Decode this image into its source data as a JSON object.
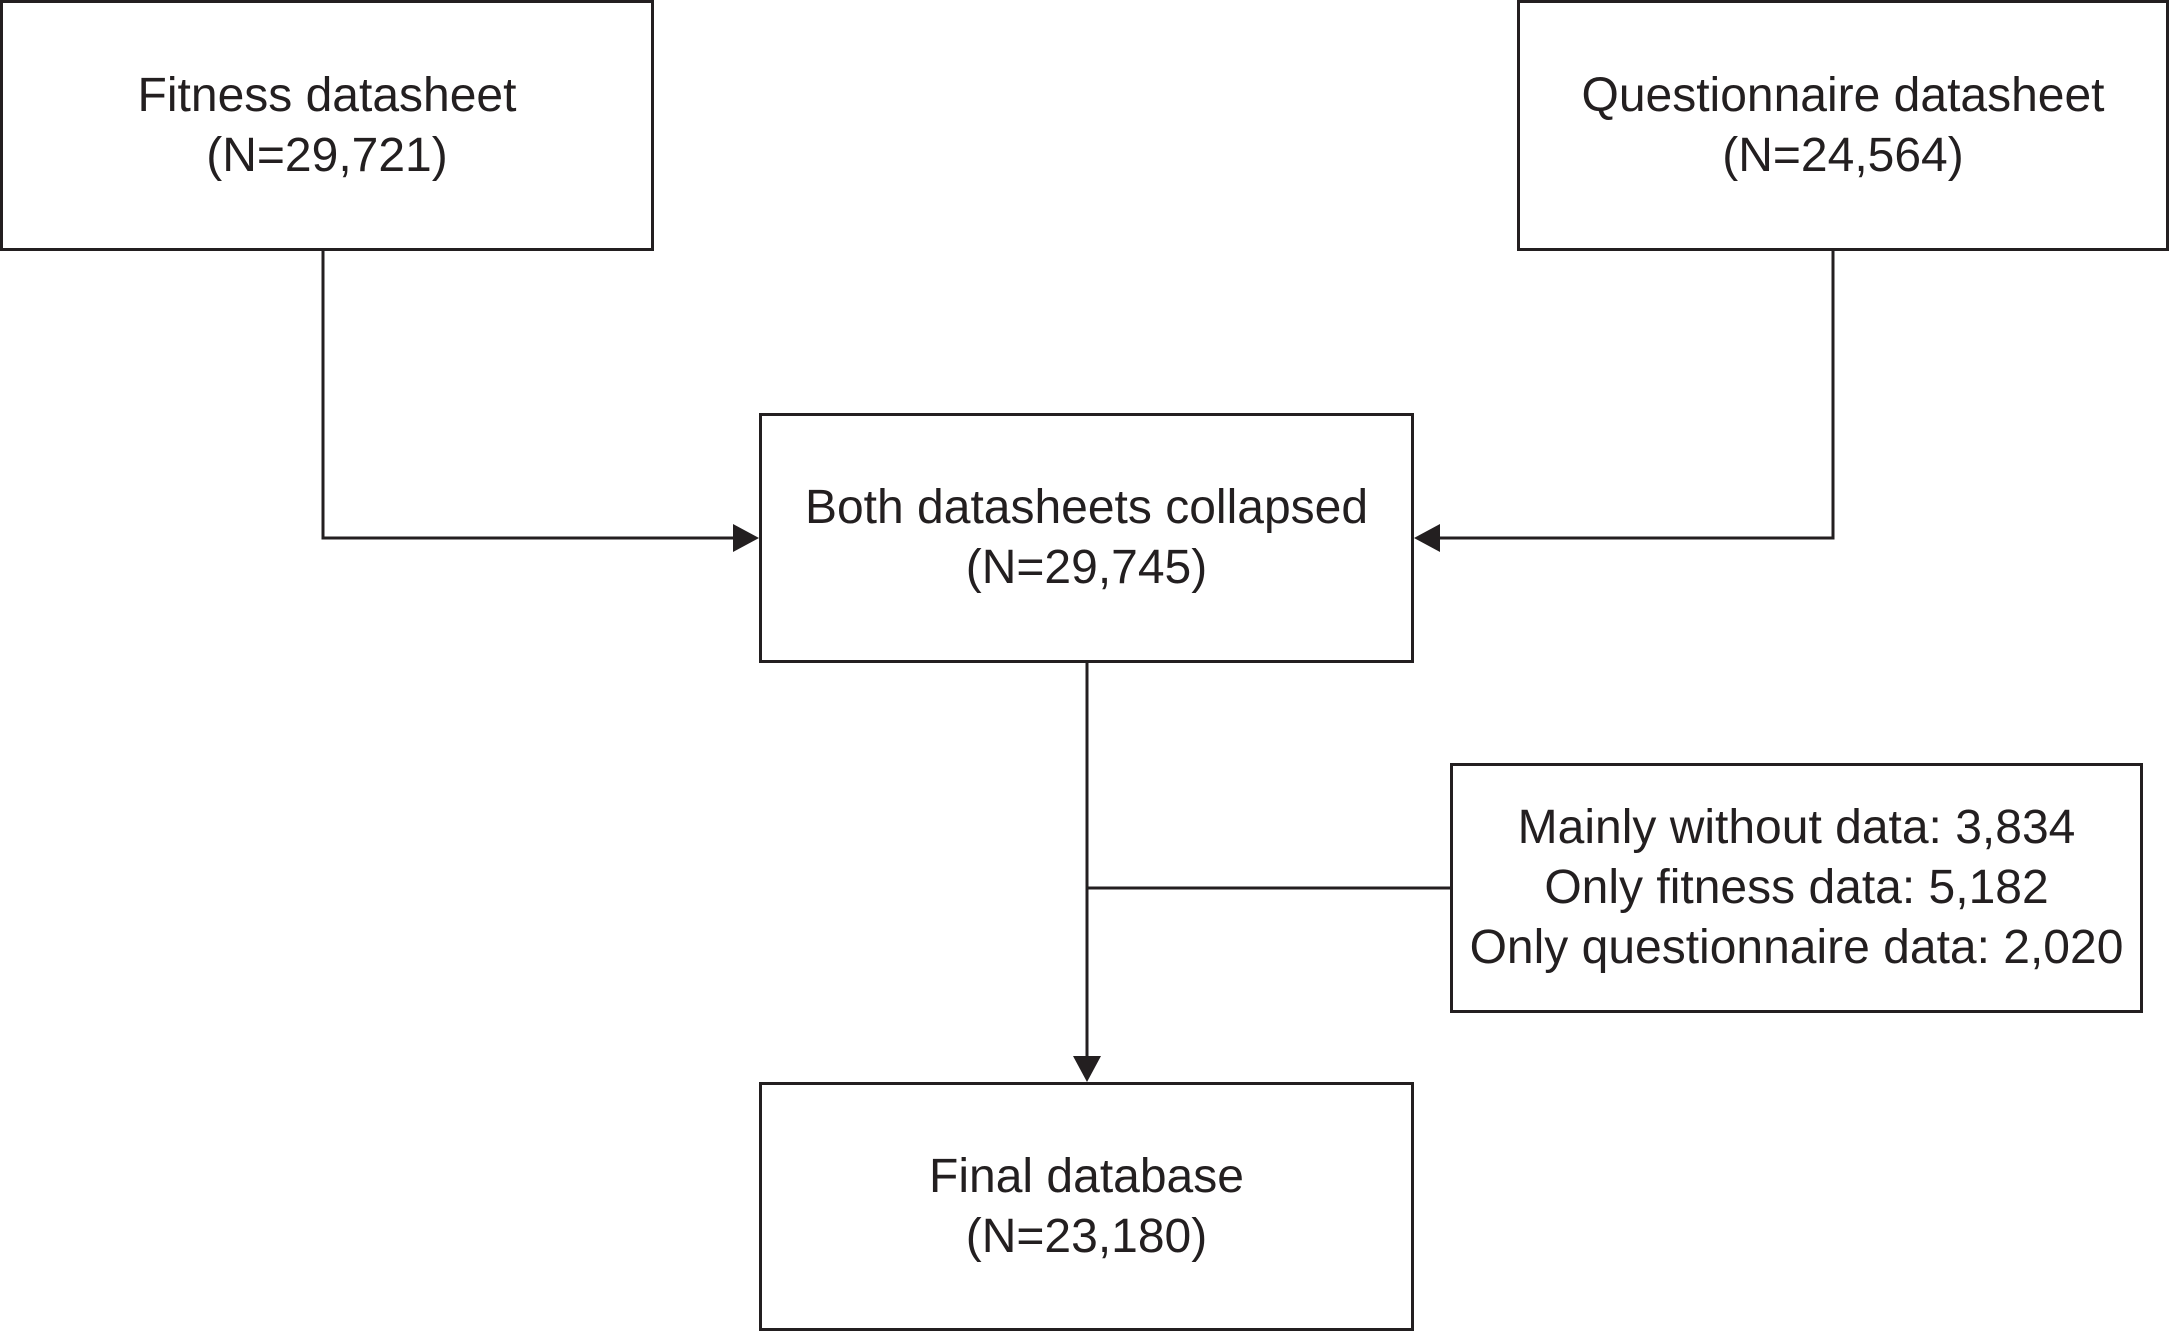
{
  "nodes": {
    "fitness": {
      "lines": [
        "Fitness datasheet",
        "(N=29,721)"
      ]
    },
    "questionnaire": {
      "lines": [
        "Questionnaire datasheet",
        "(N=24,564)"
      ]
    },
    "collapsed": {
      "lines": [
        "Both datasheets collapsed",
        "(N=29,745)"
      ]
    },
    "excluded": {
      "lines": [
        "Mainly without data: 3,834",
        "Only fitness data: 5,182",
        "Only questionnaire data: 2,020"
      ]
    },
    "final": {
      "lines": [
        "Final database",
        "(N=23,180)"
      ]
    }
  },
  "edges": [
    {
      "from": "fitness",
      "to": "collapsed"
    },
    {
      "from": "questionnaire",
      "to": "collapsed"
    },
    {
      "from": "collapsed",
      "to": "final"
    },
    {
      "from": "excluded",
      "to": "collapsed-final-link"
    }
  ],
  "colors": {
    "stroke": "#231f20",
    "background": "#ffffff"
  }
}
